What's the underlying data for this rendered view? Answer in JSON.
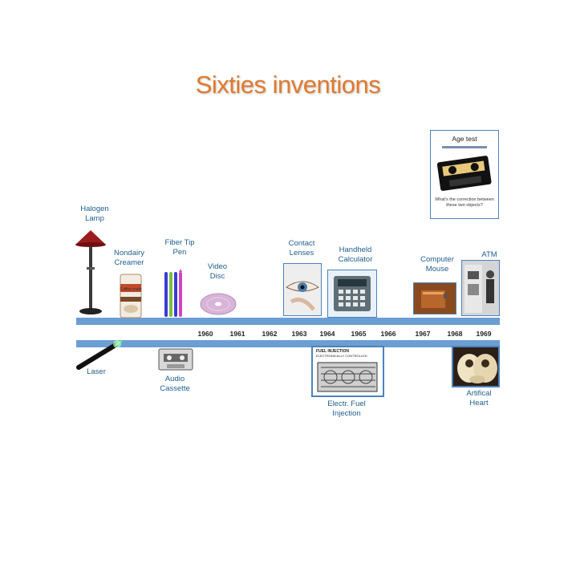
{
  "title": "Sixties inventions",
  "years": [
    "1960",
    "1961",
    "1962",
    "1963",
    "1964",
    "1965",
    "1966",
    "1967",
    "1968",
    "1969"
  ],
  "above": {
    "halogen_lamp": "Halogen\nLamp",
    "nondairy_creamer": "Nondairy\nCreamer",
    "fiber_tip_pen": "Fiber Tip\nPen",
    "video_disc": "Video\nDisc",
    "contact_lenses": "Contact\nLenses",
    "handheld_calculator": "Handheld\nCalculator",
    "computer_mouse": "Computer\nMouse",
    "atm": "ATM"
  },
  "below": {
    "laser": "Laser",
    "audio_cassette": "Audio\nCassette",
    "electr_fuel_injection": "Electr. Fuel\nInjection",
    "artificial_heart": "Artifical\nHeart"
  },
  "creamer_can_text": "Coffee-mate",
  "fuel_injection_ad": {
    "line1": "FUEL INJECTION",
    "line2": "ELECTRONICALLY CONTROLLED"
  },
  "age_test": {
    "heading": "Age test",
    "caption": "What's the correction between these two objects?"
  },
  "colors": {
    "title": "#e07a2f",
    "timeline": "#6b9ed2",
    "label": "#1f5d8c",
    "frame": "#4f81bd"
  }
}
